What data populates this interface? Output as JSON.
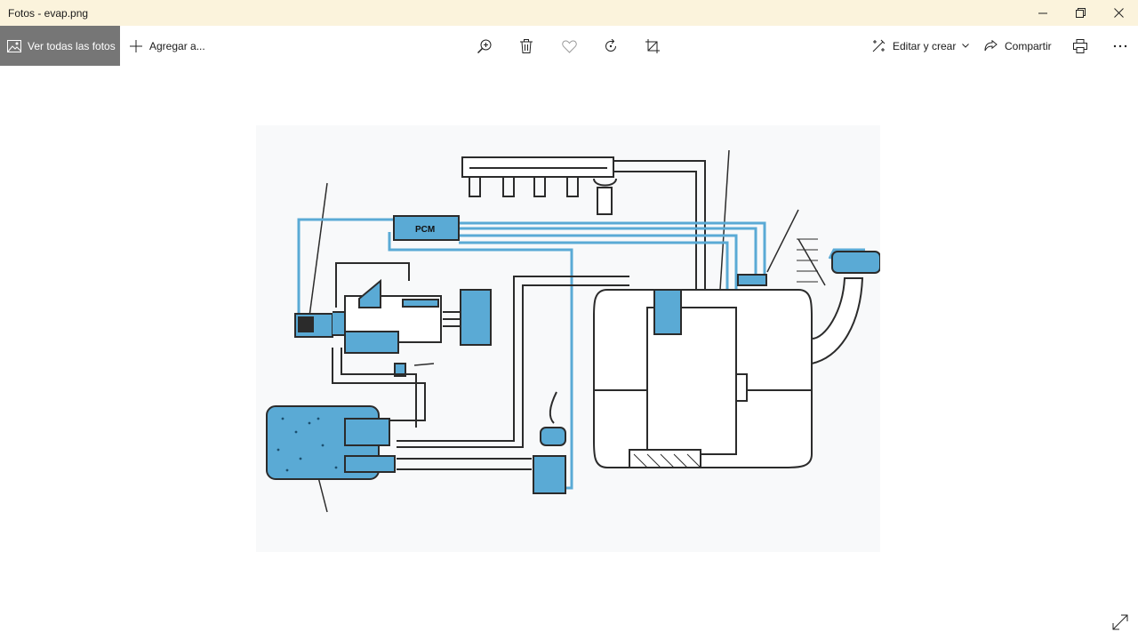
{
  "window": {
    "title": "Fotos - evap.png",
    "controls": [
      "minimize",
      "restore",
      "close"
    ]
  },
  "toolbar": {
    "view_all_label": "Ver todas las fotos",
    "add_to_label": "Agregar a...",
    "center_icons": [
      "zoom-in-icon",
      "delete-icon",
      "favorite-icon",
      "rotate-icon",
      "crop-icon"
    ],
    "edit_create_label": "Editar y crear",
    "share_label": "Compartir",
    "print_icon": "print-icon",
    "more_icon": "more-icon"
  },
  "image": {
    "diagram_labels": {
      "pcm": "PCM"
    }
  },
  "colors": {
    "titlebar_bg": "#fbf3dc",
    "view_all_bg": "#767676",
    "diagram_blue": "#5aaad5",
    "diagram_line": "#2b2b2b"
  }
}
